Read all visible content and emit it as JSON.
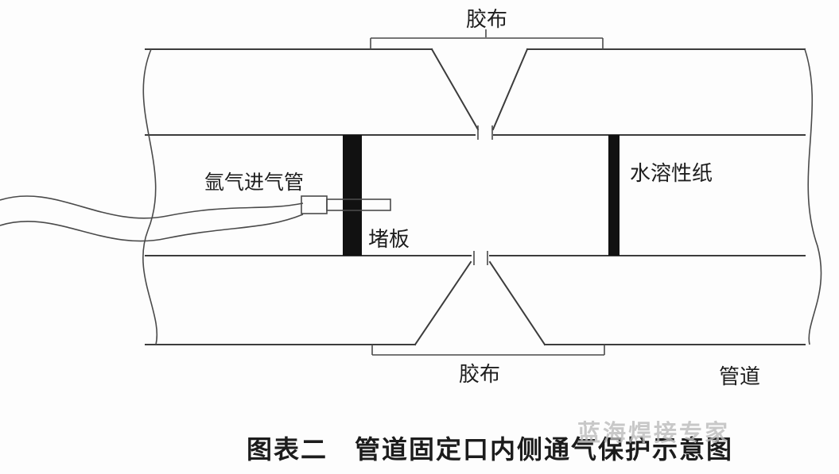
{
  "figure": {
    "labels": {
      "tape_top": "胶布",
      "tape_bottom": "胶布",
      "argon_inlet_pipe": "氩气进气管",
      "plug_plate": "堵板",
      "water_soluble_paper": "水溶性纸",
      "pipe": "管道"
    },
    "caption": "图表二　管道固定口内侧通气保护示意图",
    "watermark": "蓝海焊接专家",
    "colors": {
      "line": "#3c3c3c",
      "solid_fill": "#111111",
      "background": "#fdfdfd",
      "caption_text": "#1c1c1c",
      "watermark_text": "#bcbcbc"
    }
  }
}
